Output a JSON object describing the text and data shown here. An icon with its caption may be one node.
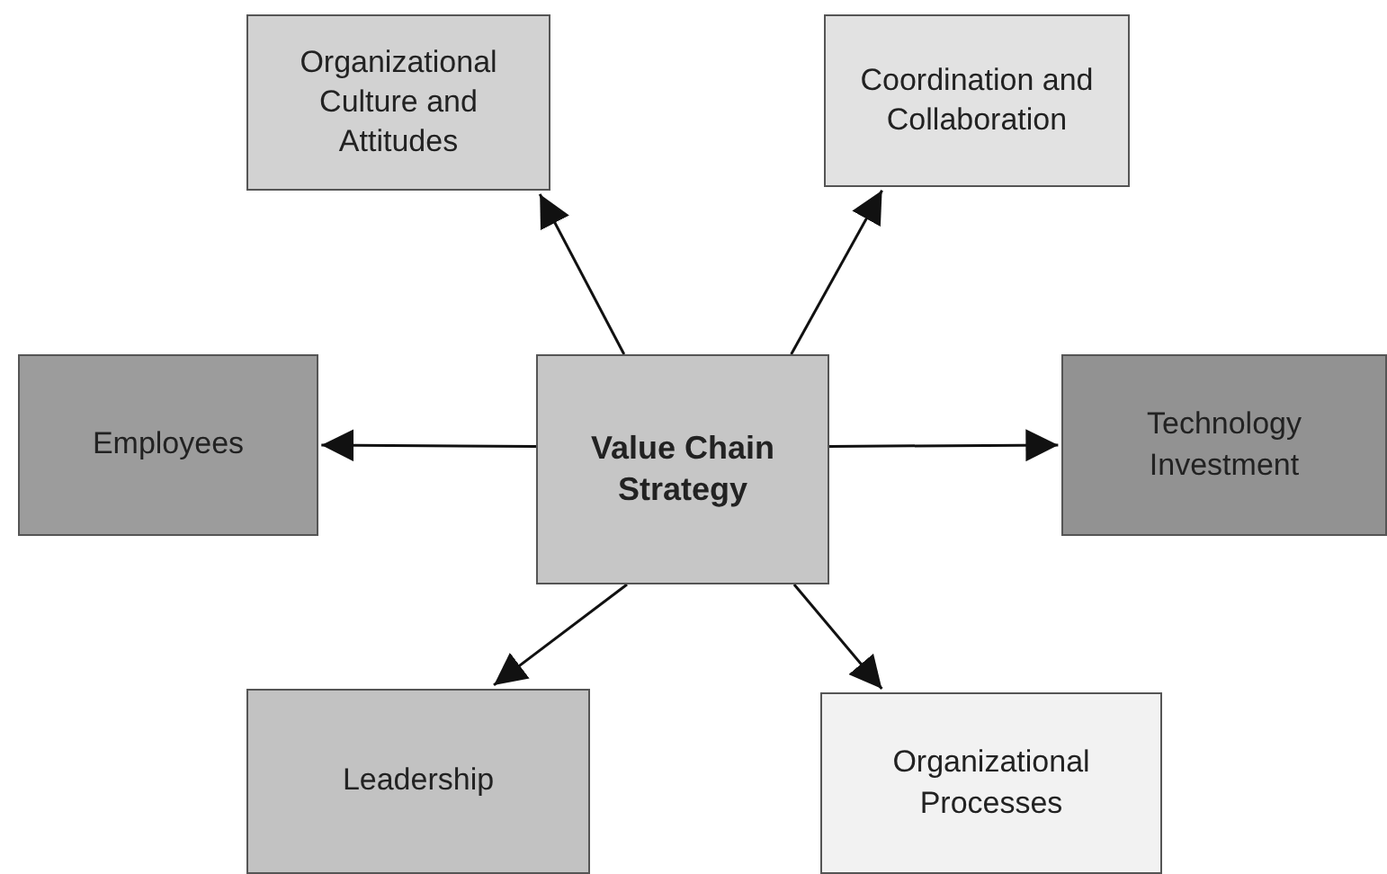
{
  "diagram": {
    "nodes": [
      {
        "text": [
          "Value Chain Strategy"
        ]
      },
      {
        "text": [
          "Organizational Culture and Attitudes"
        ]
      },
      {
        "text": [
          "Coordination and Collaboration"
        ]
      },
      {
        "text": [
          "Employees"
        ]
      },
      {
        "text": [
          "Technology Investment"
        ]
      },
      {
        "text": [
          "Leadership"
        ]
      },
      {
        "text": [
          "Organizational Processes"
        ]
      }
    ],
    "edges": [
      {
        "from": 0,
        "to": 1,
        "arrow": "to"
      },
      {
        "from": 0,
        "to": 2,
        "arrow": "to"
      },
      {
        "from": 0,
        "to": 3,
        "arrow": "to"
      },
      {
        "from": 0,
        "to": 4,
        "arrow": "to"
      },
      {
        "from": 0,
        "to": 5,
        "arrow": "to"
      },
      {
        "from": 0,
        "to": 6,
        "arrow": "to"
      }
    ]
  }
}
